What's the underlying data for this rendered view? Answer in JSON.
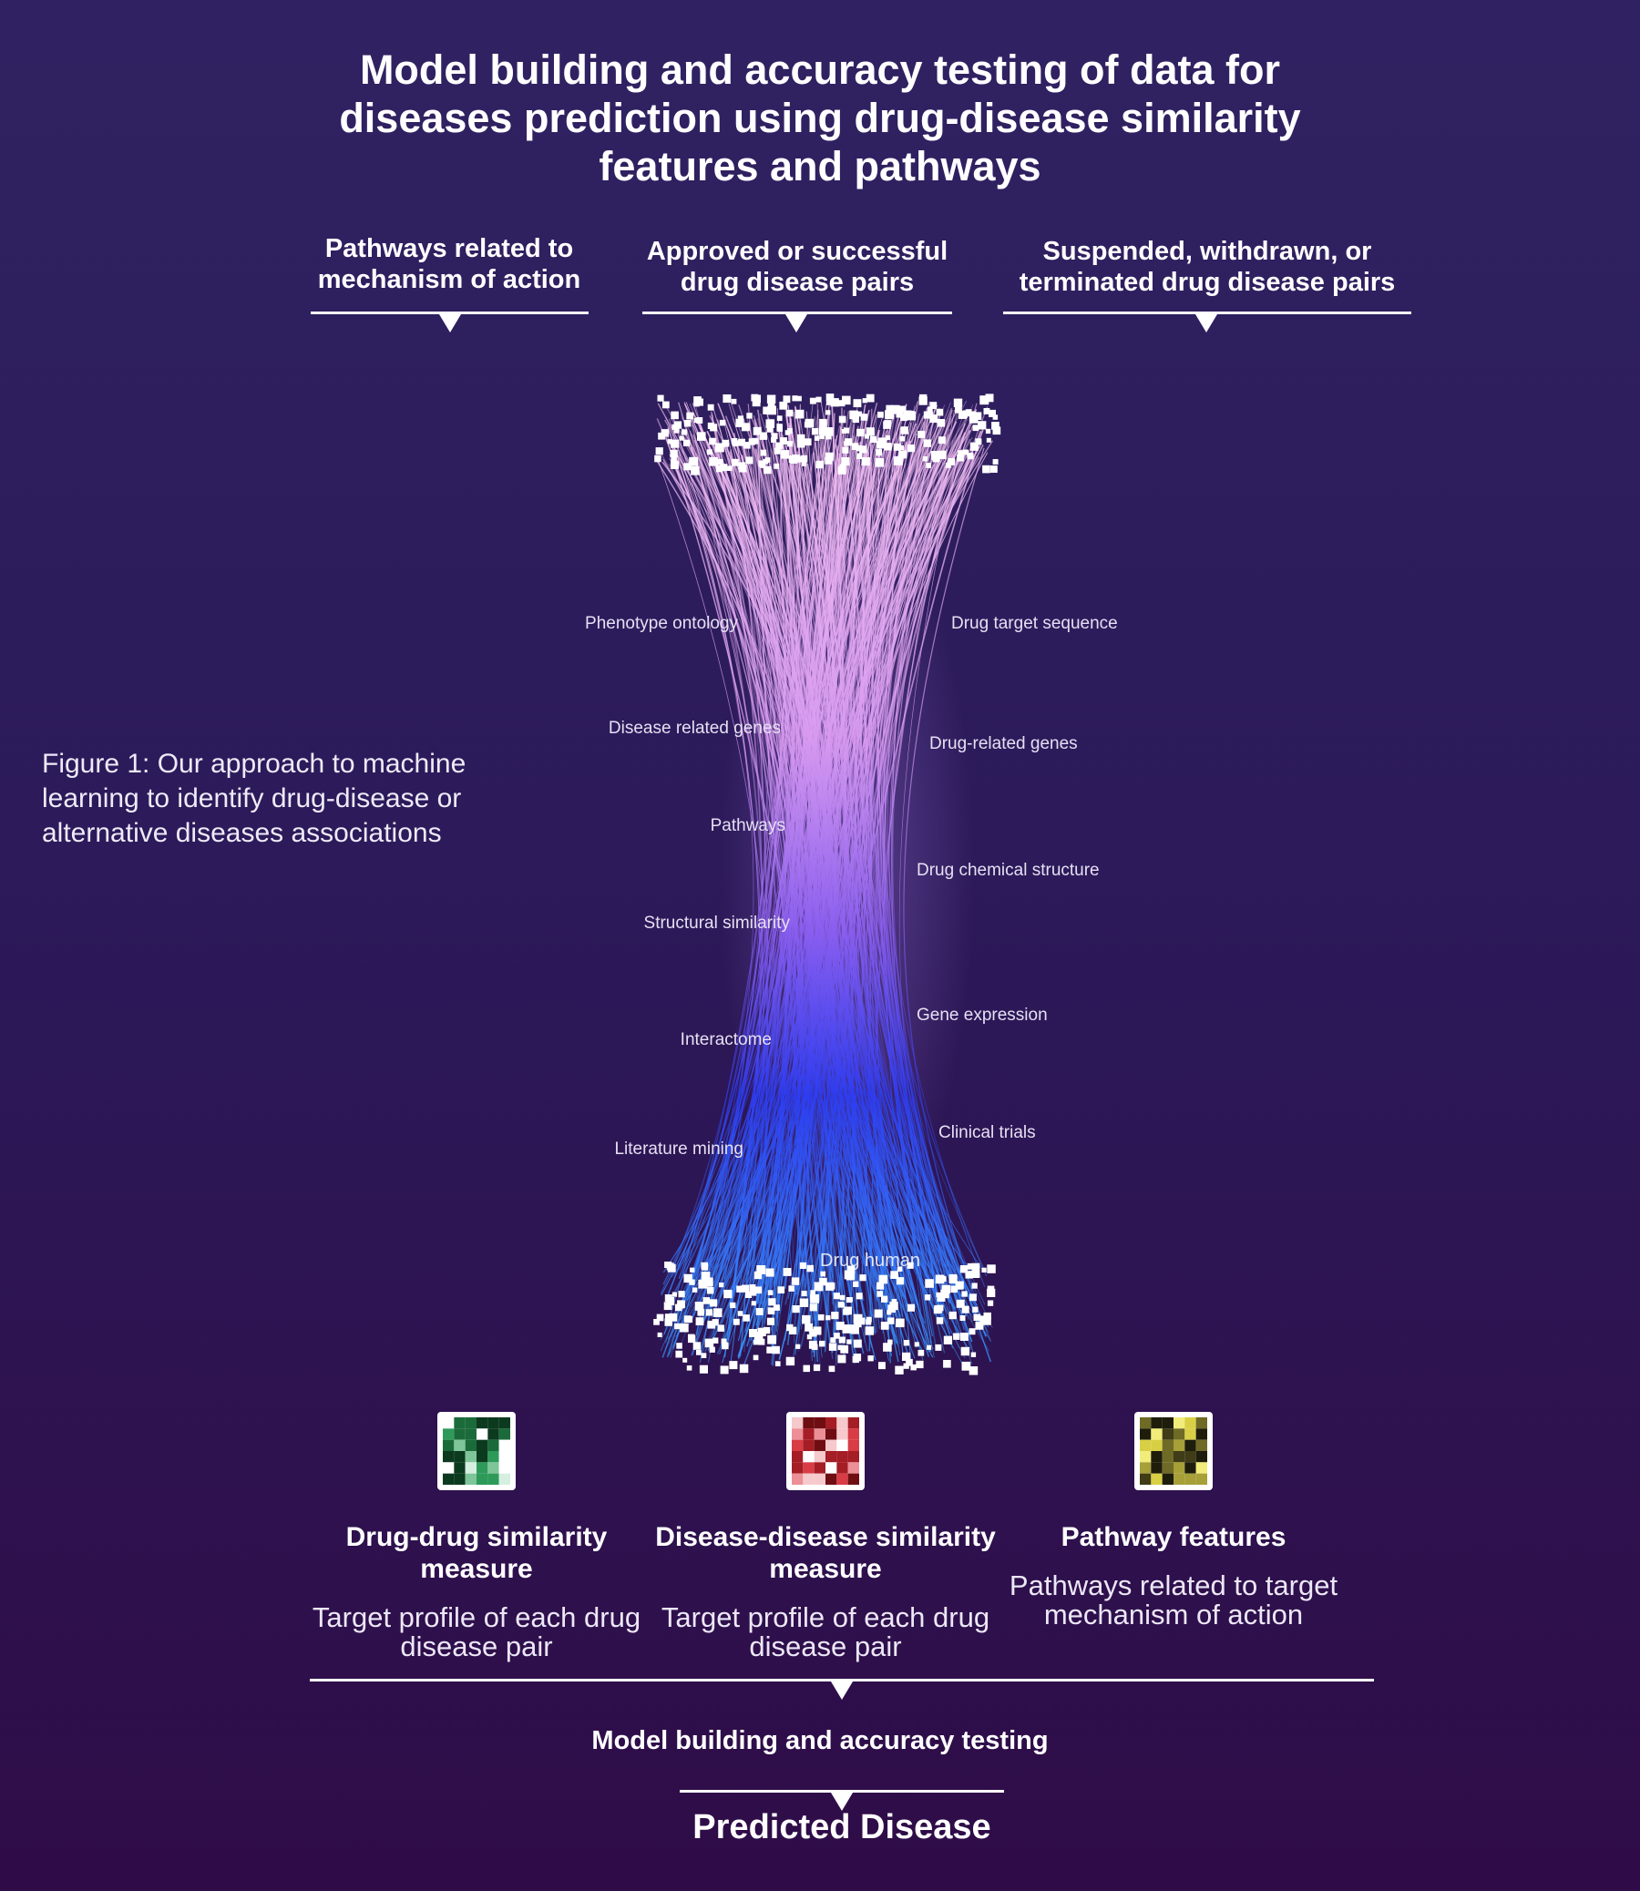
{
  "title": "Model building and accuracy testing of data for diseases prediction using drug-disease similarity features and pathways",
  "headers": [
    "Pathways related to mechanism of action",
    "Approved or successful drug disease pairs",
    "Suspended, withdrawn, or terminated drug disease pairs"
  ],
  "caption": "Figure 1: Our approach to machine learning to identify drug-disease or alternative diseases associations",
  "feature_labels_left": [
    "Phenotype ontology",
    "Disease related genes",
    "Pathways",
    "Structural similarity",
    "Interactome",
    "Literature mining"
  ],
  "feature_labels_right": [
    "Drug target sequence",
    "Drug-related genes",
    "Drug chemical structure",
    "Gene expression",
    "Clinical trials"
  ],
  "center_label": "Drug human",
  "measures": [
    {
      "title": "Drug-drug similarity measure",
      "desc": "Target profile of each drug disease pair",
      "icon": "green-matrix-icon",
      "color": "#1f8a4c"
    },
    {
      "title": "Disease-disease similarity measure",
      "desc": "Target profile of each drug disease pair",
      "icon": "red-matrix-icon",
      "color": "#c8252f"
    },
    {
      "title": "Pathway features",
      "desc": "Pathways related to target mechanism of action",
      "icon": "yellow-matrix-icon",
      "color": "#d9cf45"
    }
  ],
  "model_label": "Model building and accuracy testing",
  "predicted_label": "Predicted Disease"
}
